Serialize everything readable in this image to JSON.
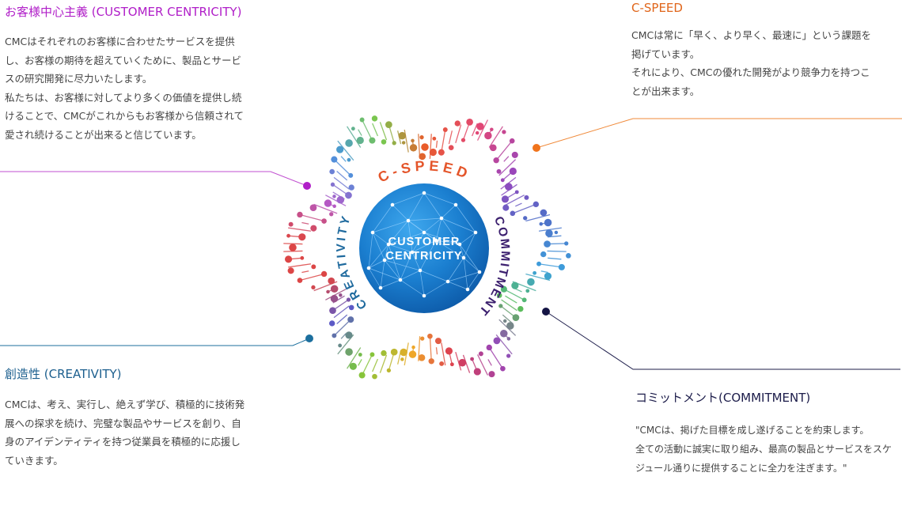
{
  "customer": {
    "title": "お客様中心主義 (CUSTOMER CENTRICITY)",
    "lines": [
      "CMCはそれぞれのお客様に合わせたサービスを提供",
      "し、お客様の期待を超えていくために、製品とサービ",
      "スの研究開発に尽力いたします。",
      "私たちは、お客様に対してより多くの価値を提供し続",
      "けることで、CMCがこれからもお客様から信頼されて",
      "愛され続けることが出来ると信じています。"
    ],
    "color": "#b01ec8"
  },
  "speed": {
    "title": "C-SPEED",
    "lines": [
      "CMCは常に「早く、より早く、最速に」という課題を",
      "掲げています。",
      "それにより、CMCの優れた開発がより競争力を持つこ",
      "とが出来ます。"
    ],
    "color": "#e0661b"
  },
  "creativity": {
    "title": "創造性 (CREATIVITY)",
    "lines": [
      "CMCは、考え、実行し、絶えず学び、積極的に技術発",
      "展への探求を続け、完璧な製品やサービスを創り、自",
      "身のアイデンティティを持つ従業員を積極的に応援し",
      "ていきます。"
    ],
    "color": "#1c5f8e"
  },
  "commitment": {
    "title": "コミットメント(COMMITMENT)",
    "lines": [
      "\"CMCは、掲げた目標を成し遂げることを約束します。",
      "全ての活動に誠実に取り組み、最高の製品とサービスをスケ",
      "ジュール通りに提供することに全力を注ぎます。\""
    ],
    "color": "#1c1c4a"
  },
  "center": {
    "line1": "CUSTOMER",
    "line2": "CENTRICITY",
    "ring_speed": "C-SPEED",
    "ring_commitment": "COMMITMENT",
    "ring_creativity": "CREATIVITY"
  }
}
